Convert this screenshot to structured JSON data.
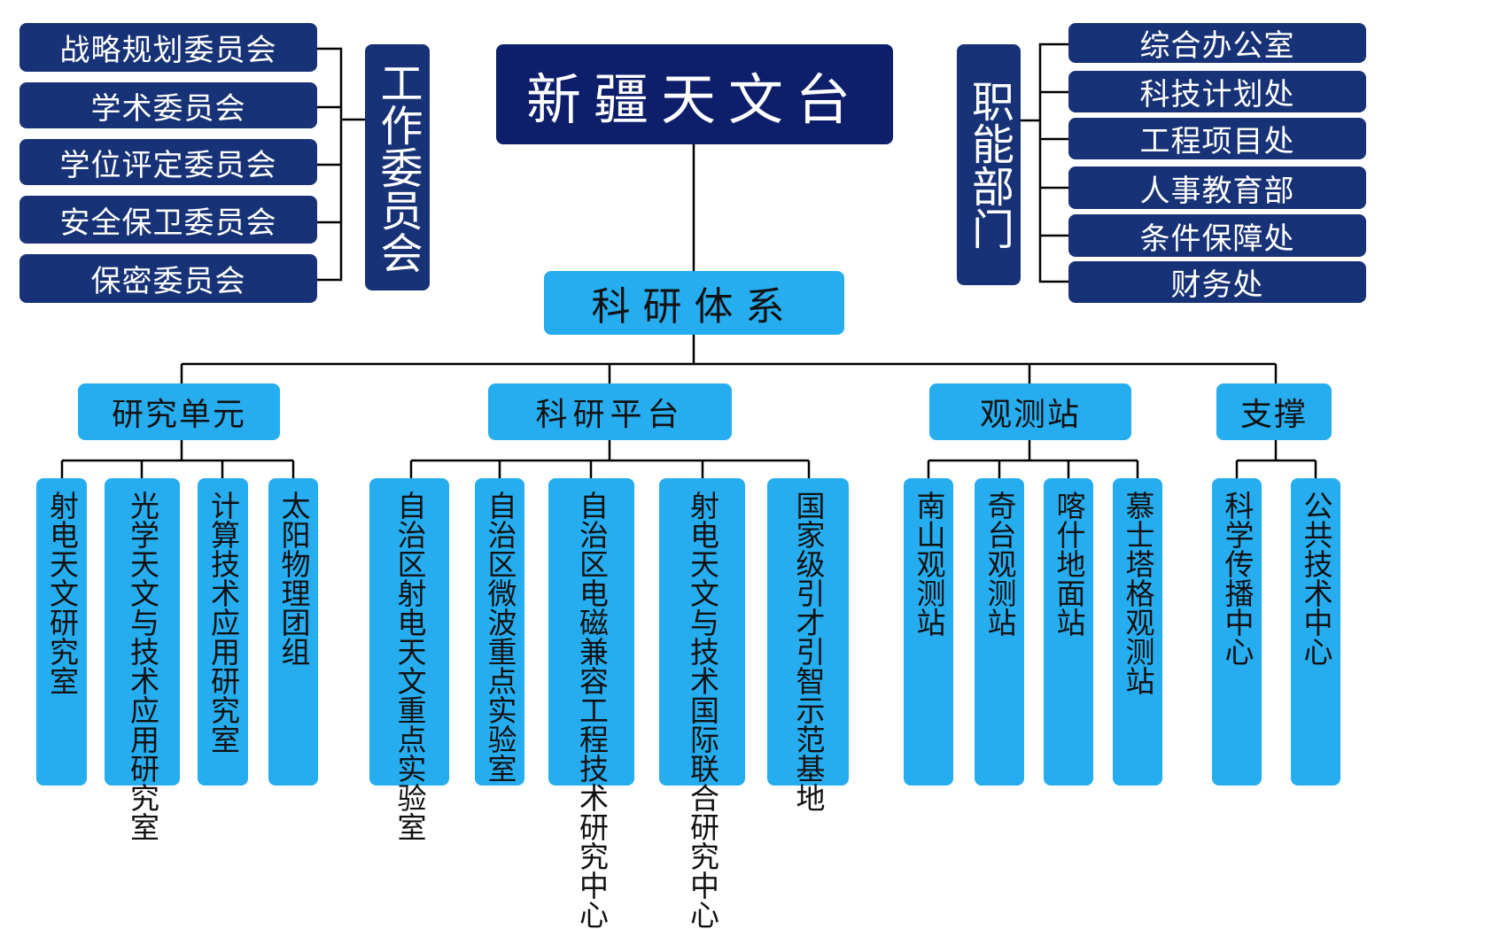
{
  "title": "新疆天文台",
  "work_committee": {
    "label": "工作委员会",
    "items": [
      "战略规划委员会",
      "学术委员会",
      "学位评定委员会",
      "安全保卫委员会",
      "保密委员会"
    ]
  },
  "functional_departments": {
    "label": "职能部门",
    "items": [
      "综合办公室",
      "科技计划处",
      "工程项目处",
      "人事教育部",
      "条件保障处",
      "财务处"
    ]
  },
  "research_system": {
    "label": "科研体系",
    "groups": [
      {
        "label": "研究单元",
        "units": [
          "射电天文研究室",
          "光学天文与技术应用研究室",
          "计算技术应用研究室",
          "太阳物理团组"
        ]
      },
      {
        "label": "科研平台",
        "units": [
          "自治区射电天文重点实验室",
          "自治区微波重点实验室",
          "自治区电磁兼容工程技术研究中心",
          "射电天文与技术国际联合研究中心",
          "国家级引才引智示范基地"
        ]
      },
      {
        "label": "观测站",
        "units": [
          "南山观测站",
          "奇台观测站",
          "喀什地面站",
          "慕士塔格观测站"
        ]
      },
      {
        "label": "支撑",
        "units": [
          "科学传播中心",
          "公共技术中心"
        ]
      }
    ]
  },
  "colors": {
    "dark_box": "#173276",
    "light_box": "#26adf0",
    "line": "#000000"
  }
}
